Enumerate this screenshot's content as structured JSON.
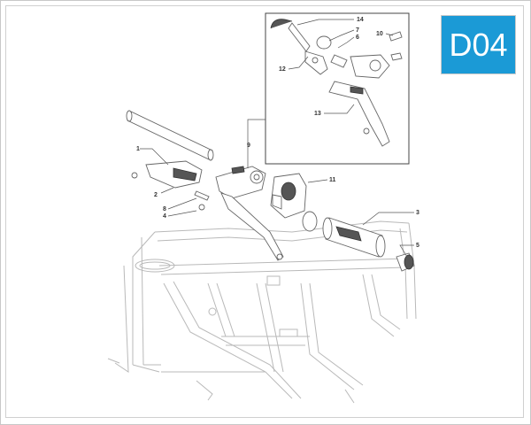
{
  "badge": {
    "label": "D04",
    "color": "#1b9ad6"
  },
  "callouts": {
    "c1": "1",
    "c2": "2",
    "c3": "3",
    "c4": "4",
    "c5": "5",
    "c6": "6",
    "c7": "7",
    "c8": "8",
    "c9": "9",
    "c10": "10",
    "c11": "11",
    "c12": "12",
    "c13": "13",
    "c14": "14"
  }
}
